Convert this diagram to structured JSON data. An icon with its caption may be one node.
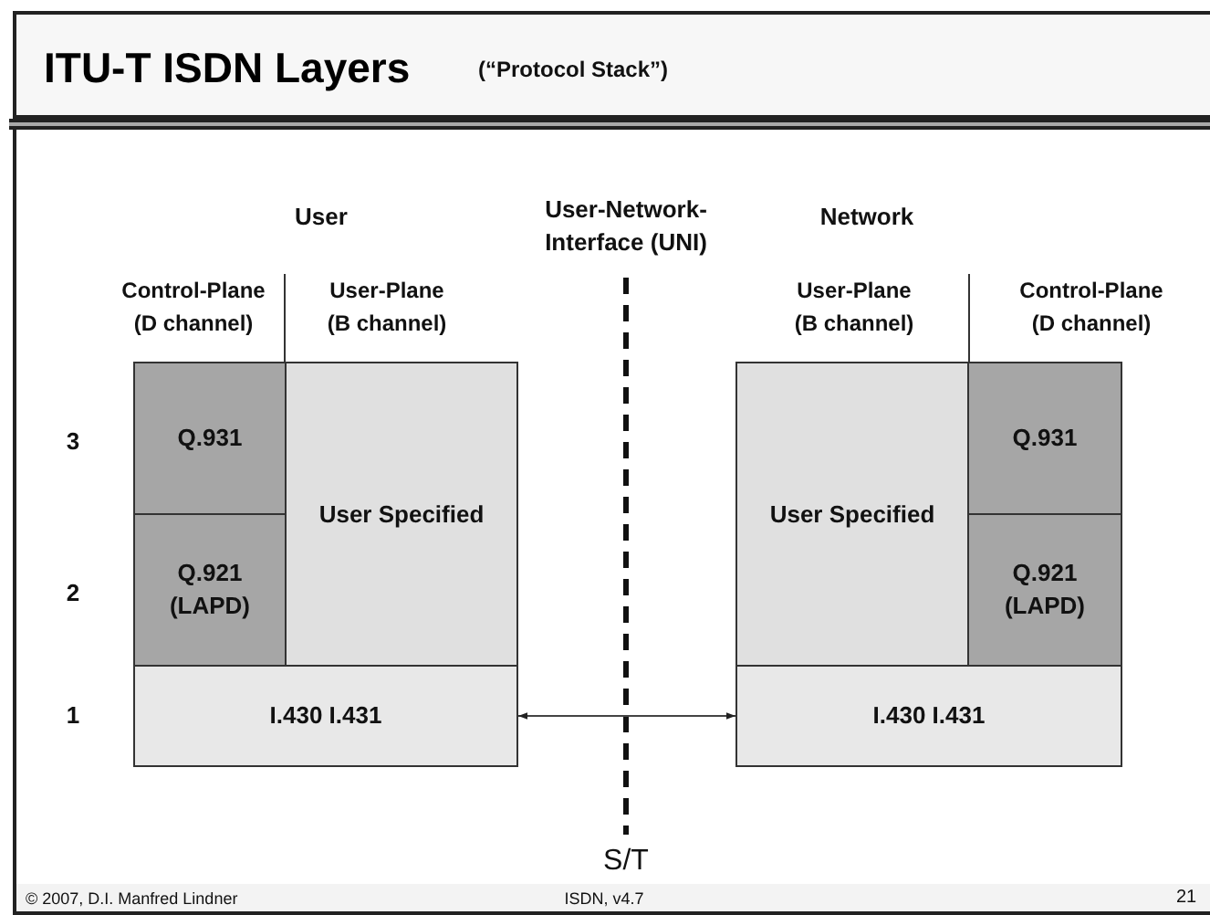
{
  "diagram": {
    "title": "ITU-T ISDN Layers",
    "nodes": [
      {
        "text": [
          "Q.931"
        ]
      },
      {
        "text": [
          "Q.921 (LAPD)"
        ]
      },
      {
        "text": [
          "User Specified"
        ]
      },
      {
        "text": [
          "I.430 I.431"
        ]
      },
      {
        "text": [
          "User Specified"
        ]
      },
      {
        "text": [
          "Q.931"
        ]
      },
      {
        "text": [
          "Q.921 (LAPD)"
        ]
      },
      {
        "text": [
          "I.430 I.431"
        ]
      }
    ],
    "edges": [
      {
        "from": 3,
        "to": 7,
        "arrow": "both"
      }
    ],
    "labels": [
      "(“Protocol Stack”)",
      "User",
      "User-Network-Interface (UNI)",
      "Network",
      "Control-Plane (D channel)",
      "User-Plane (B channel)",
      "User-Plane (B channel)",
      "Control-Plane (D channel)",
      "3",
      "2",
      "1",
      "S/T",
      "© 2007, D.I. Manfred Lindner",
      "ISDN, v4.7",
      "21"
    ]
  }
}
